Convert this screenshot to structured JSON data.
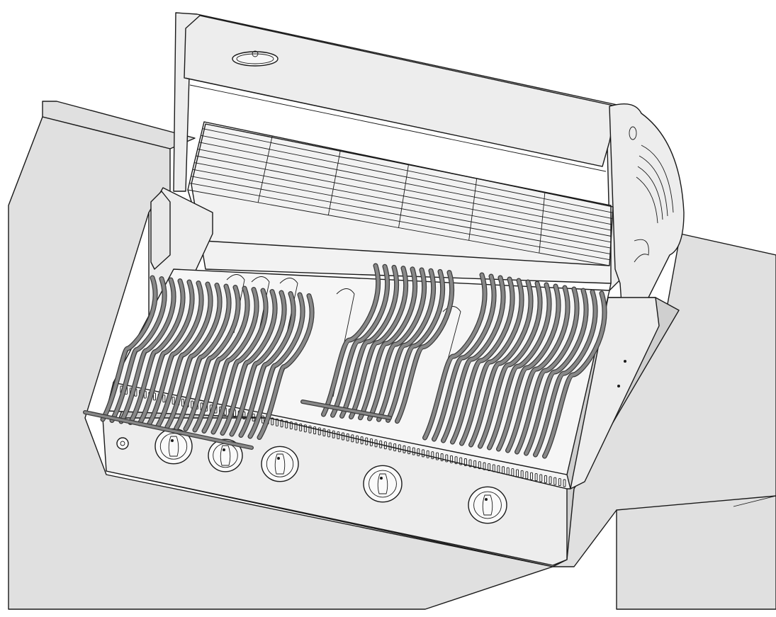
{
  "colors": {
    "counter": "#e0e0e0",
    "counter_edge": "#1a1a1a",
    "steel": "#ededed",
    "steel_dark": "#d6d6d6",
    "interior": "#f4f4f4",
    "grate": "#888888",
    "grate_dark": "#3a3a3a",
    "background": "#ffffff"
  },
  "icons": {
    "logo": "brand-badge",
    "knob": "control-knob",
    "igniter": "igniter-button",
    "grate": "cooking-grid"
  },
  "counts": {
    "control_knobs": 5,
    "cooking_grid_sections": 3,
    "warming_rack_wires": 11
  }
}
